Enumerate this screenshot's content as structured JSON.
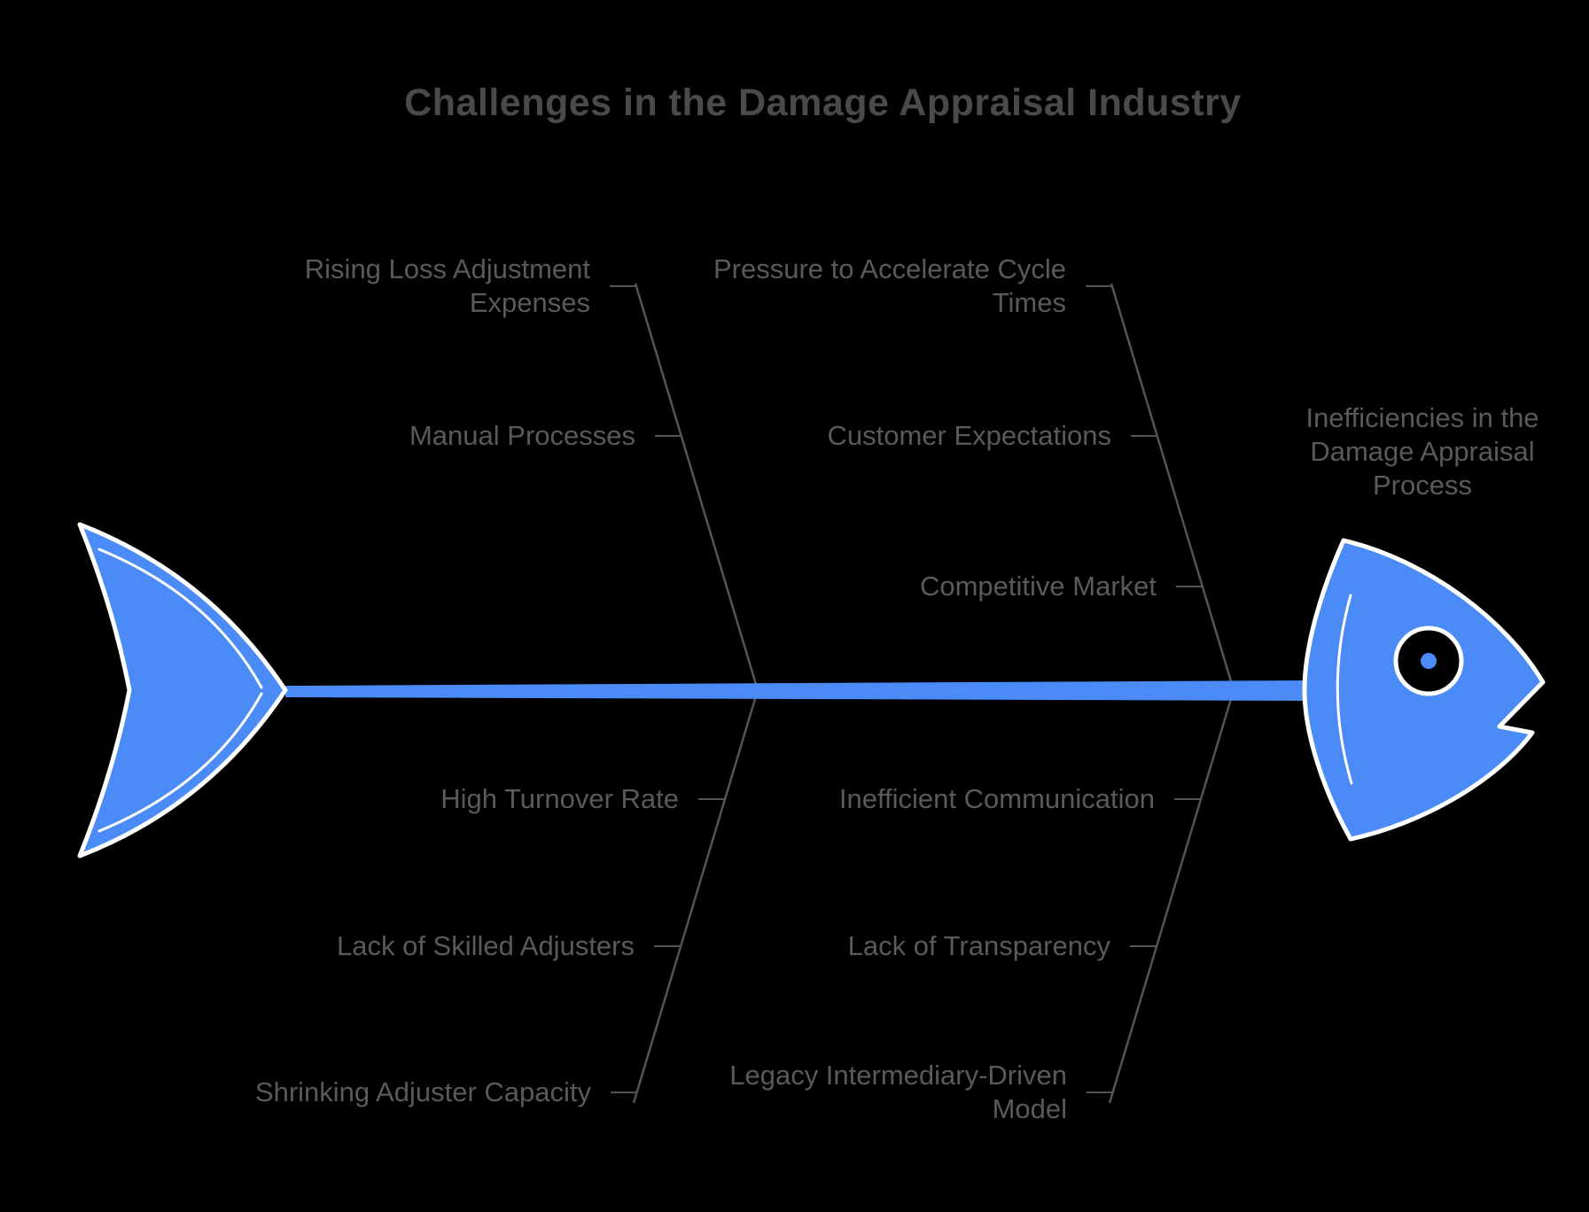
{
  "title": "Challenges in the Damage Appraisal Industry",
  "effect": "Inefficiencies in the Damage Appraisal Process",
  "diagram_type": "fishbone",
  "ribs": {
    "top_left": {
      "causes": [
        "Rising Loss Adjustment Expenses",
        "Manual Processes"
      ]
    },
    "top_right": {
      "causes": [
        "Pressure to Accelerate Cycle Times",
        "Customer Expectations",
        "Competitive Market"
      ]
    },
    "bottom_left": {
      "causes": [
        "High Turnover Rate",
        "Lack of Skilled Adjusters",
        "Shrinking Adjuster Capacity"
      ]
    },
    "bottom_right": {
      "causes": [
        "Inefficient Communication",
        "Lack of Transparency",
        "Legacy Intermediary-Driven Model"
      ]
    }
  },
  "colors": {
    "background": "#000000",
    "fish_blue": "#4b8bf7",
    "outline_white": "#ffffff",
    "branch_line": "#545454",
    "cause_text": "#5a5a5a",
    "title_text": "#4a4a4a"
  }
}
